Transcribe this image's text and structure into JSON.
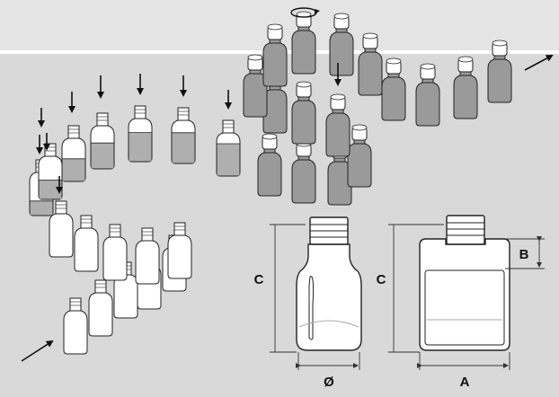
{
  "dimensions": {
    "round_height_label": "C",
    "round_diameter_label": "Ø",
    "square_height_label": "C",
    "square_width_label": "A",
    "square_neck_label": "B"
  },
  "colors": {
    "background": "#d9d9d9",
    "conveyor_band": "#e6e6e6",
    "divider": "#ffffff",
    "empty_bottle": "#ffffff",
    "filled_bottle": "#b9b9b9",
    "capped_bottle": "#9a9a9a",
    "cap": "#ffffff",
    "liquid": "#a6a6a6",
    "outline": "#222222"
  },
  "icons": {
    "entry_arrow": "arrow-up-right-icon",
    "exit_arrow": "arrow-up-right-icon",
    "fill_arrow": "arrow-down-icon",
    "rotate": "rotate-cap-icon"
  }
}
